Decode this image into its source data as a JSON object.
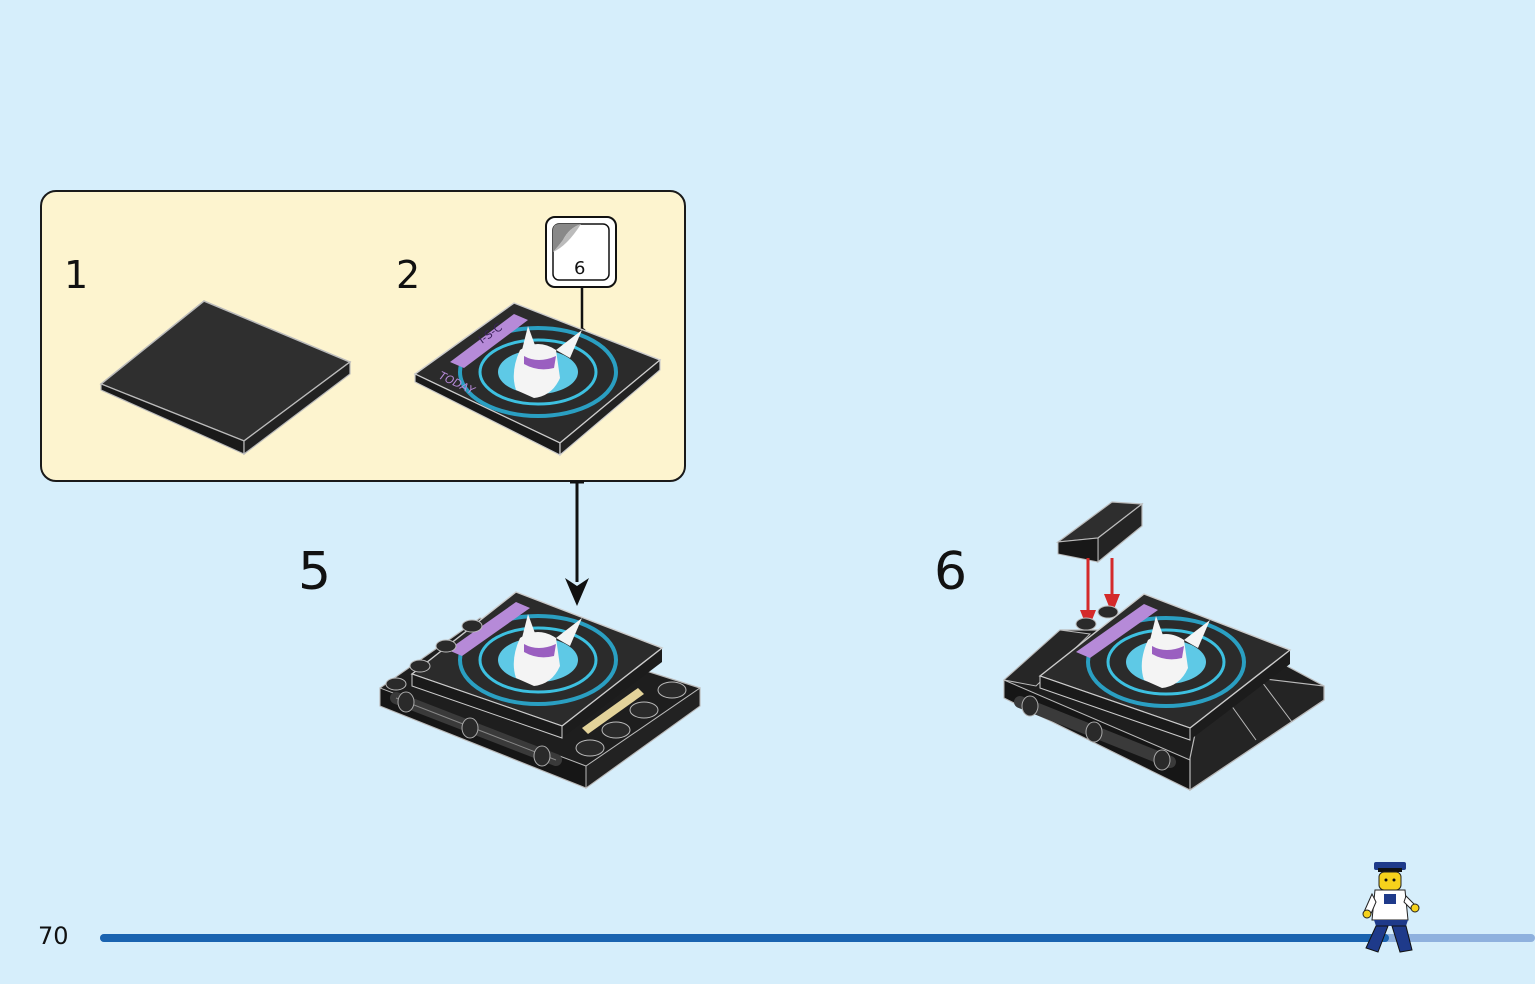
{
  "page": {
    "number": "70"
  },
  "substeps": [
    {
      "number": "1"
    },
    {
      "number": "2",
      "sticker_callout": "6"
    }
  ],
  "steps": [
    {
      "number": "5"
    },
    {
      "number": "6"
    }
  ],
  "tile_print": {
    "band_text": "I-S-C",
    "corner_text": "TODAY"
  },
  "progress": {
    "fraction": 0.898
  },
  "colors": {
    "background": "#d6eefb",
    "substep_box": "#fdf4cf",
    "progress_fill": "#1a63b0",
    "progress_track": "#8fb1de",
    "arrow_red": "#d42a2a",
    "brick_black": "#2b2b2b"
  }
}
